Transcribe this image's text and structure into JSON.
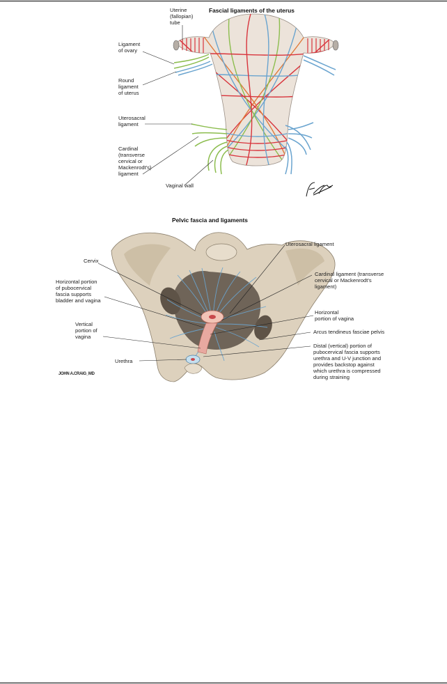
{
  "figure1": {
    "title": "Fascial ligaments of the uterus",
    "labels": {
      "uterine_tube": "Uterine\n(fallopian)\ntube",
      "ligament_of_ovary": "Ligament\nof ovary",
      "round_ligament": "Round\nligament\nof uterus",
      "uterosacral": "Uterosacral\nligament",
      "cardinal": "Cardinal\n(transverse\ncervical or\nMackenrodt's)\nligament",
      "vaginal_wall": "Vaginal wall"
    },
    "signature": "F. Netter"
  },
  "figure2": {
    "title": "Pelvic fascia and ligaments",
    "labels": {
      "uterosacral": "Uterosacral ligament",
      "cervix": "Cervix",
      "cardinal": "Cardinal ligament (transverse\ncervical or Mackenrodt's\nligament)",
      "horizontal_pubocervical": "Horizontal portion\nof pubocervical\nfascia supports\nbladder and vagina",
      "horizontal_vagina": "Horizontal\nportion of vagina",
      "arcus": "Arcus tendineus fasciae pelvis",
      "vertical_vagina": "Vertical\nportion of\nvagina",
      "distal_pubocervical": "Distal (vertical) portion of\npubocervical fascia supports\nurethra and U-V junction and\nprovides backstop against\nwhich urethra is compressed\nduring straining",
      "urethra": "Urethra"
    },
    "signature": "JOHN A.CRAIG_MD"
  },
  "colors": {
    "fiber_red": "#d8343c",
    "fiber_blue": "#6aa4cf",
    "fiber_green": "#8cbd4e",
    "uterus_fill": "#ece3da",
    "bone": "#ddd1bd"
  }
}
